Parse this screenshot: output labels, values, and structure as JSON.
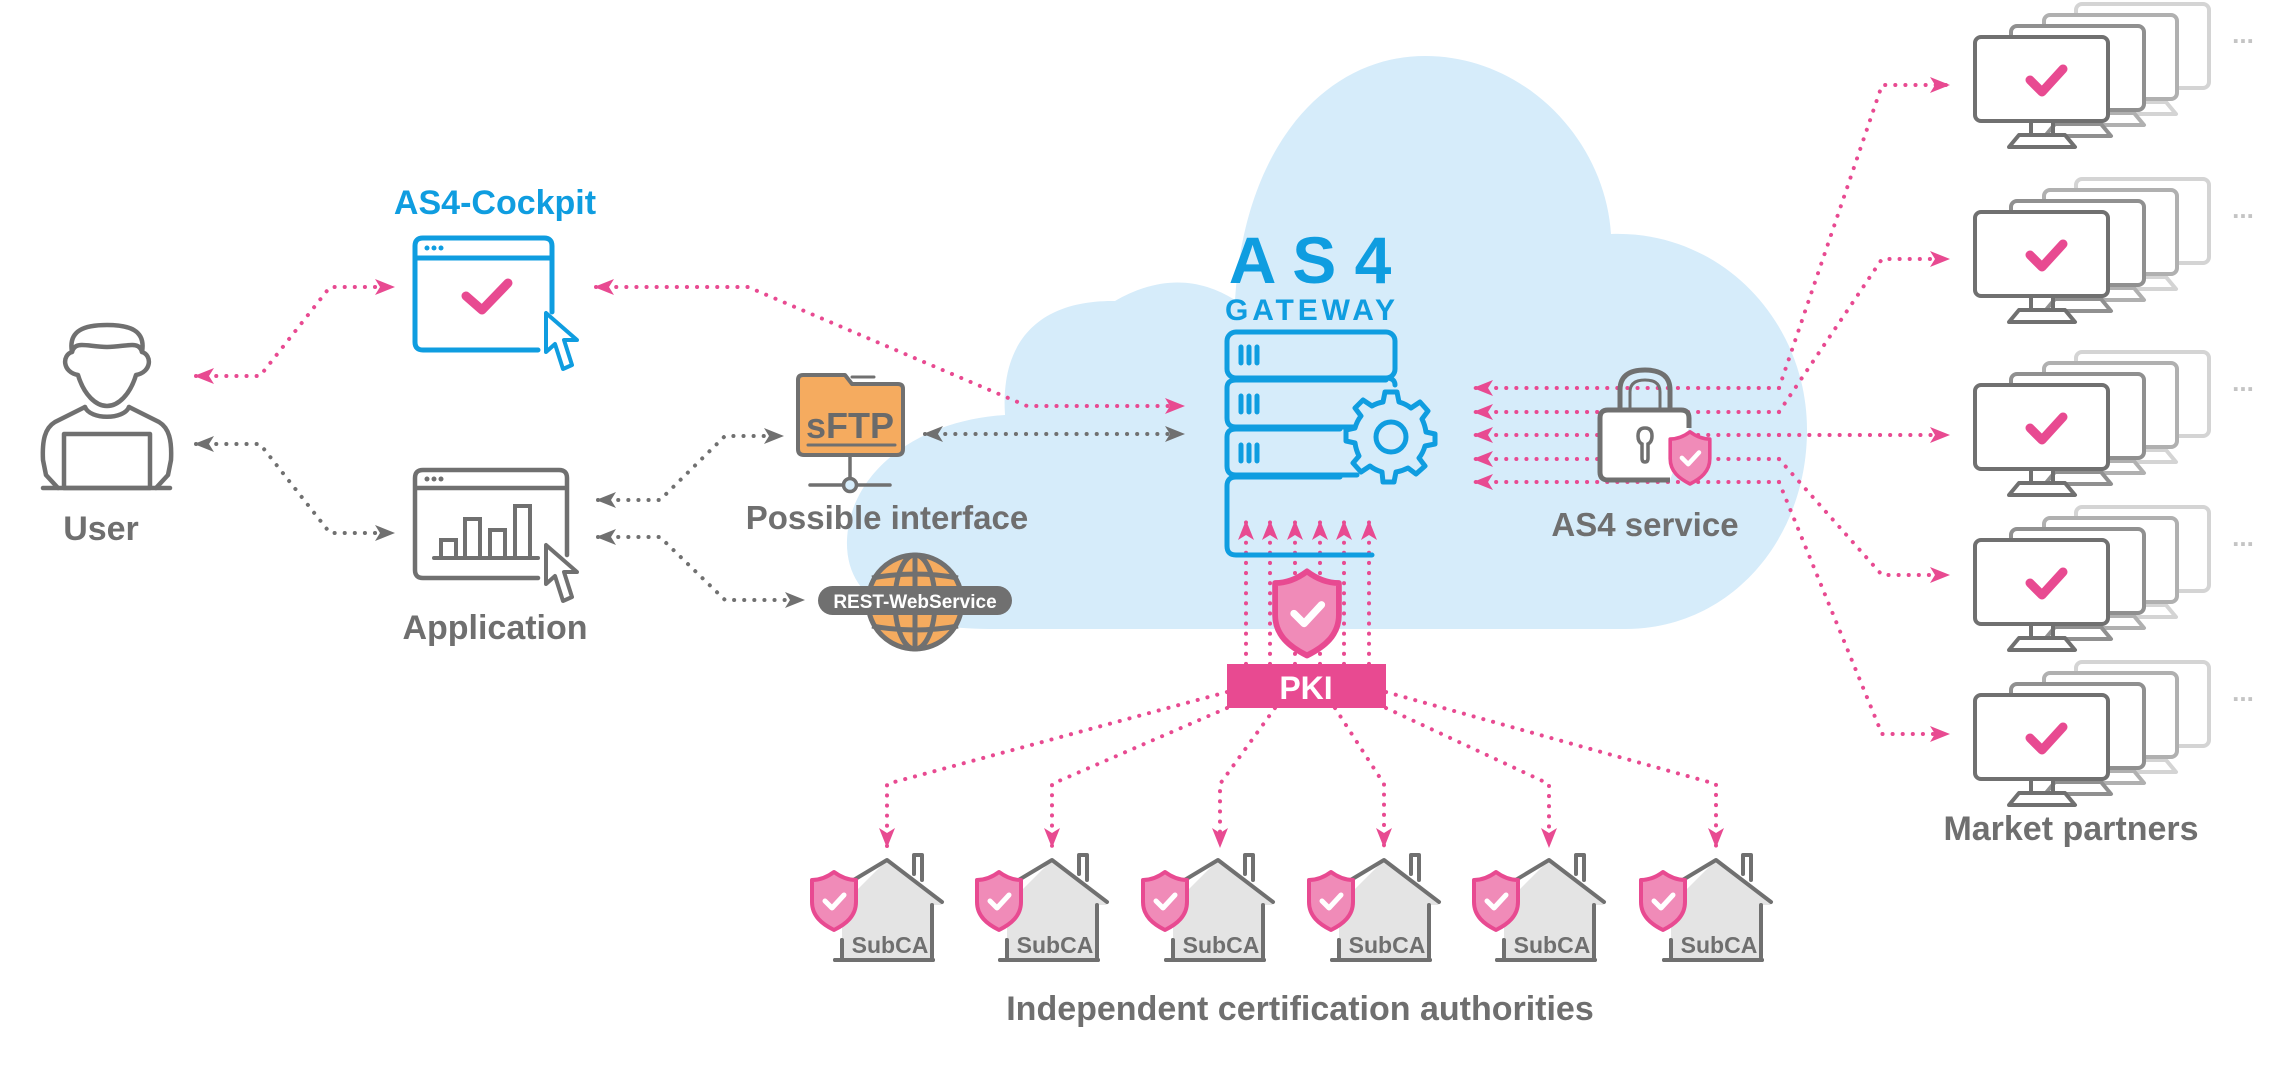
{
  "colors": {
    "accent_pink": "#e84a91",
    "shield_fill": "#f08bb8",
    "brand_blue": "#0f9de0",
    "cloud": "#d6ecfa",
    "gray": "#707070",
    "orange": "#f5ab5f",
    "house_fill": "#e4e4e4"
  },
  "user": {
    "label": "User",
    "icon": "user-at-laptop-icon"
  },
  "cockpit": {
    "title": "AS4-Cockpit",
    "icon": "browser-window-check-icon"
  },
  "application": {
    "label": "Application",
    "icon": "browser-window-bar-chart-icon"
  },
  "interfaces": {
    "label": "Possible interface",
    "sftp": {
      "text": "sFTP",
      "icon": "folder-network-icon"
    },
    "rest": {
      "text": "REST-WebService",
      "icon": "globe-icon"
    }
  },
  "gateway": {
    "title": "A S 4",
    "subtitle": "GATEWAY",
    "icon": "server-gear-icon"
  },
  "as4_service": {
    "label": "AS4 service",
    "icon": "padlock-shield-icon"
  },
  "pki": {
    "label": "PKI",
    "icon": "shield-check-icon"
  },
  "certification_authorities": {
    "label": "Independent certification authorities",
    "items": [
      {
        "label": "SubCA"
      },
      {
        "label": "SubCA"
      },
      {
        "label": "SubCA"
      },
      {
        "label": "SubCA"
      },
      {
        "label": "SubCA"
      },
      {
        "label": "SubCA"
      }
    ]
  },
  "market_partners": {
    "label": "Market partners",
    "more_indicator": "...",
    "items": [
      {
        "status": "verified"
      },
      {
        "status": "verified"
      },
      {
        "status": "verified"
      },
      {
        "status": "verified"
      },
      {
        "status": "verified"
      }
    ]
  }
}
